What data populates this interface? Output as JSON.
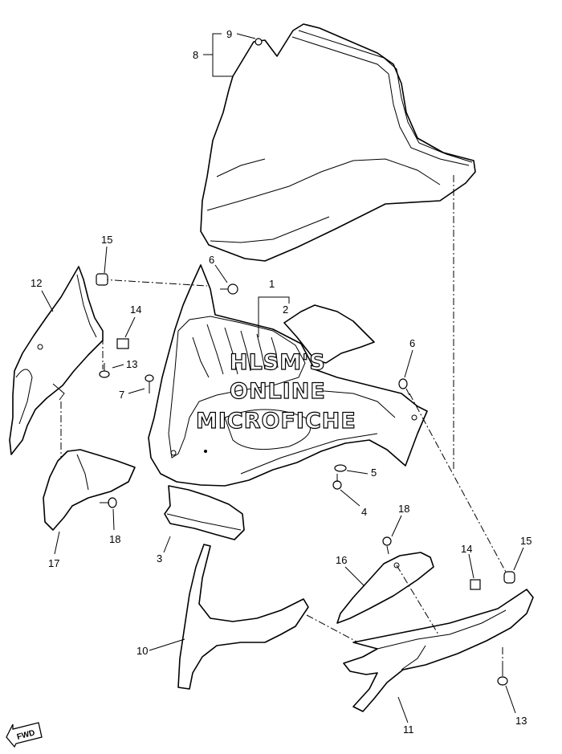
{
  "watermark": {
    "line1": "HLSM'S",
    "line2": "ONLINE",
    "line3": "MICROFICHE"
  },
  "fwd_label": "FWD",
  "callouts": {
    "c1": "1",
    "c2": "2",
    "c3": "3",
    "c4": "4",
    "c5": "5",
    "c6a": "6",
    "c6b": "6",
    "c7": "7",
    "c8": "8",
    "c9": "9",
    "c10": "10",
    "c11": "11",
    "c12": "12",
    "c13a": "13",
    "c13b": "13",
    "c14a": "14",
    "c14b": "14",
    "c15a": "15",
    "c15b": "15",
    "c16": "16",
    "c17": "17",
    "c18a": "18",
    "c18b": "18"
  }
}
